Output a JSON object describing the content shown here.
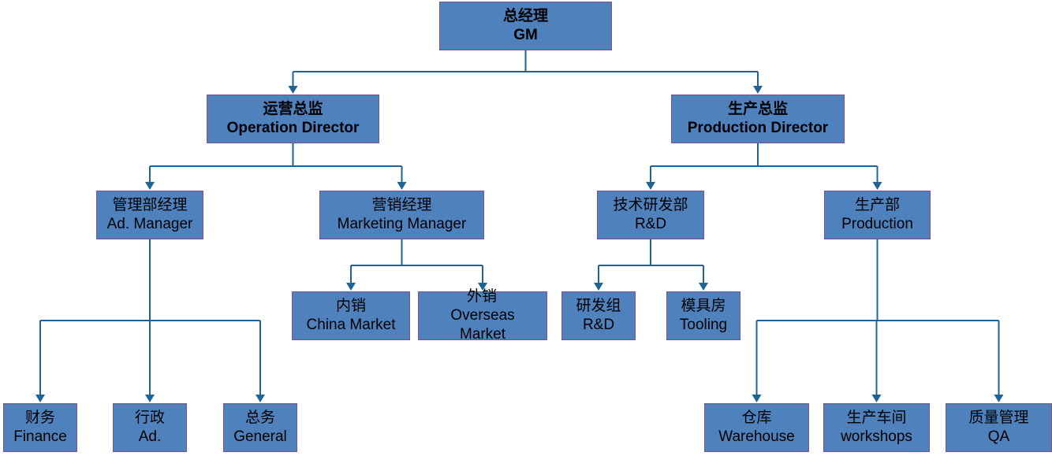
{
  "diagram": {
    "type": "org-chart",
    "colors": {
      "box_fill": "#4f81bd",
      "box_border": "#7f4f8f",
      "connector": "#1f6497",
      "text": "#000000"
    },
    "nodes": {
      "gm": {
        "zh": "总经理",
        "en": "GM"
      },
      "operation_director": {
        "zh": "运营总监",
        "en": "Operation Director"
      },
      "production_director": {
        "zh": "生产总监",
        "en": "Production Director"
      },
      "ad_manager": {
        "zh": "管理部经理",
        "en": "Ad. Manager"
      },
      "marketing_manager": {
        "zh": "营销经理",
        "en": "Marketing Manager"
      },
      "rd_department": {
        "zh": "技术研发部",
        "en": "R&D"
      },
      "production": {
        "zh": "生产部",
        "en": "Production"
      },
      "china_market": {
        "zh": "内销",
        "en": "China Market"
      },
      "overseas_market": {
        "zh": "外销",
        "en": "Overseas Market"
      },
      "rd_group": {
        "zh": "研发组",
        "en": "R&D"
      },
      "tooling": {
        "zh": "模具房",
        "en": "Tooling"
      },
      "finance": {
        "zh": "财务",
        "en": "Finance"
      },
      "admin": {
        "zh": "行政",
        "en": "Ad."
      },
      "general": {
        "zh": "总务",
        "en": "General"
      },
      "warehouse": {
        "zh": "仓库",
        "en": "Warehouse"
      },
      "workshops": {
        "zh": "生产车间",
        "en": "workshops"
      },
      "qa": {
        "zh": "质量管理",
        "en": "QA"
      }
    },
    "edges": [
      [
        "gm",
        "operation_director"
      ],
      [
        "gm",
        "production_director"
      ],
      [
        "operation_director",
        "ad_manager"
      ],
      [
        "operation_director",
        "marketing_manager"
      ],
      [
        "production_director",
        "rd_department"
      ],
      [
        "production_director",
        "production"
      ],
      [
        "marketing_manager",
        "china_market"
      ],
      [
        "marketing_manager",
        "overseas_market"
      ],
      [
        "rd_department",
        "rd_group"
      ],
      [
        "rd_department",
        "tooling"
      ],
      [
        "ad_manager",
        "finance"
      ],
      [
        "ad_manager",
        "admin"
      ],
      [
        "ad_manager",
        "general"
      ],
      [
        "production",
        "warehouse"
      ],
      [
        "production",
        "workshops"
      ],
      [
        "production",
        "qa"
      ]
    ]
  }
}
